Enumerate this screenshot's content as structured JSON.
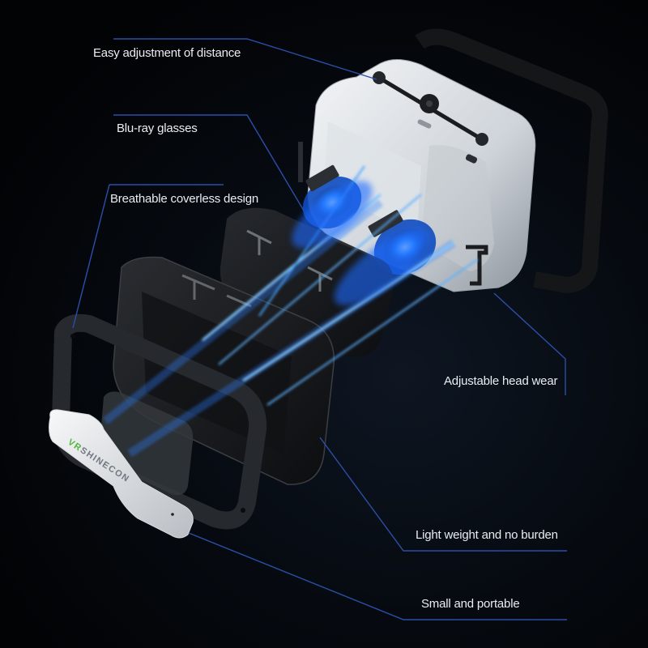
{
  "image": {
    "subject": "Exploded view of VR headset",
    "background_color": "#020305",
    "callout_line_color": "#2b4fa8",
    "beam_color": "#3a9bff"
  },
  "brand": {
    "prefix": "VR",
    "name": "SHINECON",
    "prefix_color": "#53b43c"
  },
  "callouts": [
    {
      "id": "distance",
      "text": "Easy adjustment of distance"
    },
    {
      "id": "lenses",
      "text": "Blu-ray glasses"
    },
    {
      "id": "breathable",
      "text": "Breathable coverless design"
    },
    {
      "id": "headwear",
      "text": "Adjustable head wear"
    },
    {
      "id": "lightweight",
      "text": "Light weight and no burden"
    },
    {
      "id": "portable",
      "text": "Small and portable"
    }
  ]
}
